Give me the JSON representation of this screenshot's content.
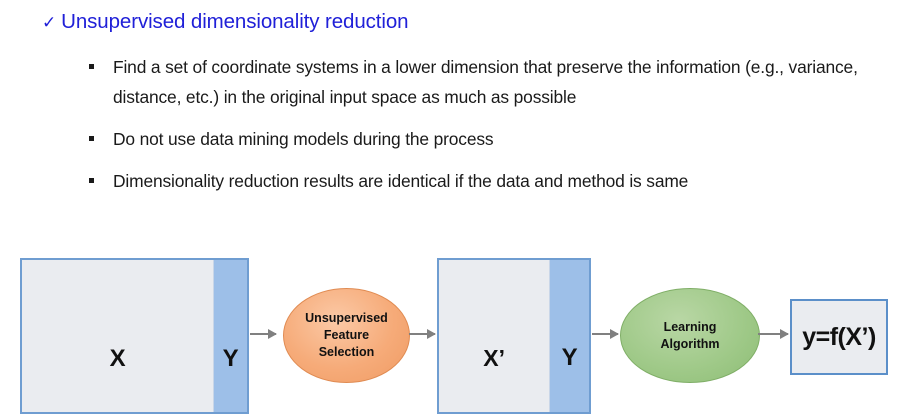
{
  "slide": {
    "heading": {
      "check_icon": "✓",
      "text": "Unsupervised dimensionality reduction",
      "color": "#2020d8"
    },
    "bullets": [
      "Find a set of coordinate systems in a lower dimension that preserve the information (e.g., variance, distance, etc.) in the original input space as much as possible",
      "Do not use data mining models during the process",
      "Dimensionality reduction results are identical if the data and method is same"
    ]
  },
  "diagram": {
    "input_matrix": {
      "features_label": "X",
      "target_label": "Y",
      "features_color": "#eaecf0",
      "target_color": "#9dbfe8",
      "border_color": "#6f9dd1"
    },
    "reduced_matrix": {
      "features_label": "X’",
      "target_label": "Y",
      "features_color": "#eaecf0",
      "target_color": "#9dbfe8",
      "border_color": "#6f9dd1"
    },
    "selection_process": {
      "line1": "Unsupervised",
      "line2": "Feature",
      "line3": "Selection",
      "color": "#f6ab79"
    },
    "learning_process": {
      "line1": "Learning",
      "line2": "Algorithm",
      "color": "#9fc988"
    },
    "output_box": {
      "label": "y=f(X’)",
      "fill_color": "#eaecf0",
      "border_color": "#5b8fc9"
    },
    "arrow_color": "#808080"
  }
}
